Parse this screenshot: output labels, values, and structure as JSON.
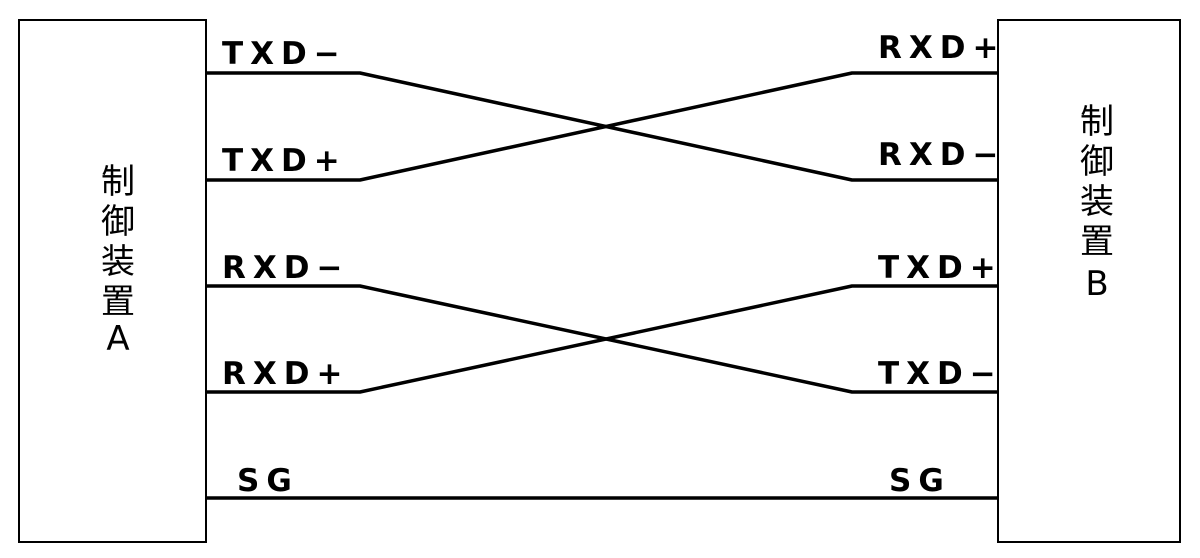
{
  "device_a": {
    "lines": [
      "制",
      "御",
      "装",
      "置",
      "A"
    ]
  },
  "device_b": {
    "lines": [
      "制",
      "御",
      "装",
      "置",
      "B"
    ]
  },
  "left_labels": [
    "TXD−",
    "TXD+",
    "RXD−",
    "RXD+",
    "SG"
  ],
  "right_labels": [
    "RXD+",
    "RXD−",
    "TXD+",
    "TXD−",
    "SG"
  ],
  "connections": [
    {
      "from": "TXD−",
      "to": "RXD−"
    },
    {
      "from": "TXD+",
      "to": "RXD+"
    },
    {
      "from": "RXD−",
      "to": "TXD−"
    },
    {
      "from": "RXD+",
      "to": "TXD+"
    },
    {
      "from": "SG",
      "to": "SG"
    }
  ]
}
